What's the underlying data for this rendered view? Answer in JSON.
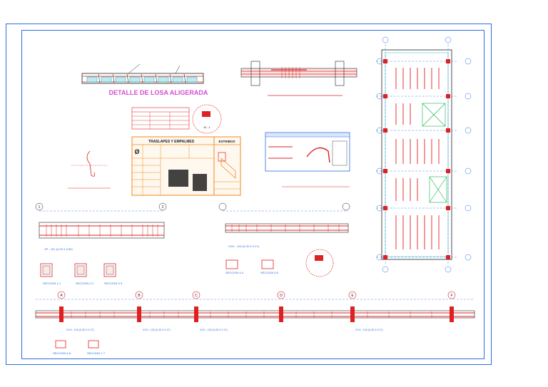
{
  "drawing": {
    "main_title": "DETALLE DE LOSA ALIGERADA",
    "table_title": "TRASLAPES Y EMPALMES",
    "stirrups_title": "ESTRIBOS",
    "section_marks": [
      "SECCION 1-1",
      "SECCION 2-2",
      "SECCION 3-3",
      "SECCION 4-4",
      "SECCION 5-5",
      "SECCION 6-6",
      "SECCION 7-7"
    ],
    "axis_letters": [
      "A",
      "B",
      "C",
      "D",
      "E",
      "F"
    ],
    "axis_numbers": [
      "1",
      "2"
    ],
    "beam_labels": [
      "VP - 101 (0.25 X 0.50)",
      "VCH - 102 (0.25 X 0.17)",
      "VCH - 103 (0.25 X 0.17)",
      "VCH - 103 (0.25 X 0.17)",
      "VCH - 103 (0.25 X 0.17)",
      "VCH - 103 (0.25 X 0.17)"
    ],
    "diameter_symbol": "Ø",
    "callout": "M - 1"
  },
  "colors": {
    "frame": "#2d6cdf",
    "steel": "#e02020",
    "concrete": "#222222",
    "highlight": "#d14fd1",
    "table_orange": "#f08a1c",
    "dim_green": "#17b24a",
    "slab_cyan": "#1fb7c7"
  }
}
